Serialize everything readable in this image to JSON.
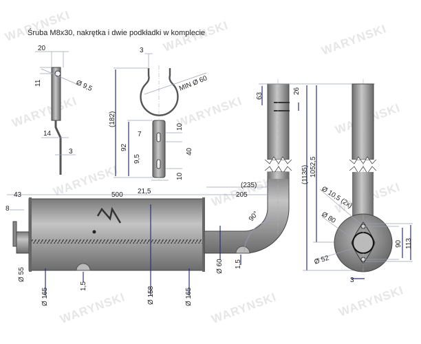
{
  "title": "Śruba M8x30, nakrętka i dwie podkładki w komplecie",
  "watermark": "WARYNSKI",
  "colors": {
    "metal": "#9a9a9a",
    "dimension_arrow": "#2a2f7a",
    "dimension_line": "#9aa3b5",
    "watermark": "#e6e6e6"
  },
  "bracket_side": {
    "width": "20",
    "hole_offset": "11",
    "hole_dia": "Ø 9,5",
    "offset": "14",
    "thickness": "3"
  },
  "clamp": {
    "thickness": "3",
    "min_dia": "MIN Ø 60",
    "height": "(182)",
    "tab_height": "92",
    "slot_width": "7",
    "top_margin": "10",
    "slot_spacing": "40",
    "bottom_margin": "10",
    "slot_len": "9,5",
    "tab_width": "21,5"
  },
  "muffler": {
    "inlet_len": "43",
    "flange": "8",
    "body_len": "500",
    "outlet_len": "205",
    "outlet_total": "(235)",
    "inlet_dia": "Ø 55",
    "end_dia_left": "Ø 165",
    "wall_left": "1,5",
    "body_dia": "Ø 158",
    "end_dia_right": "Ø 165",
    "pipe_dia": "Ø 60",
    "pipe_wall": "1,5",
    "bend_angle": "90°"
  },
  "pipe": {
    "top_hole": "63",
    "slot_gap": "26",
    "total_height": "(1135)",
    "height": "1052,5"
  },
  "end_view": {
    "holes": "Ø 10,5 (2x)",
    "flange_dia": "Ø 80",
    "inner_dia": "Ø 52",
    "hole_spacing": "90",
    "flange_len": "113",
    "flange_thickness": "3"
  }
}
